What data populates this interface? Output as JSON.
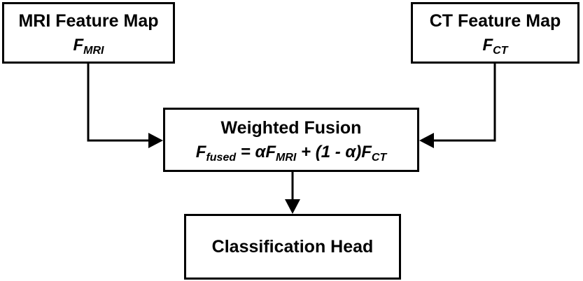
{
  "nodes": {
    "mri": {
      "title": "MRI Feature Map",
      "symbol": "F",
      "symbol_sub": "MRI"
    },
    "ct": {
      "title": "CT Feature Map",
      "symbol": "F",
      "symbol_sub": "CT"
    },
    "fusion": {
      "title": "Weighted Fusion",
      "formula": {
        "lhs": "F",
        "lhs_sub": "fused",
        "eq": " = αF",
        "mri_sub": "MRI",
        "mid": " + (1 - α)F",
        "ct_sub": "CT"
      }
    },
    "classification": {
      "title": "Classification Head"
    }
  },
  "edges": [
    {
      "from": "mri",
      "to": "fusion"
    },
    {
      "from": "ct",
      "to": "fusion"
    },
    {
      "from": "fusion",
      "to": "classification"
    }
  ]
}
